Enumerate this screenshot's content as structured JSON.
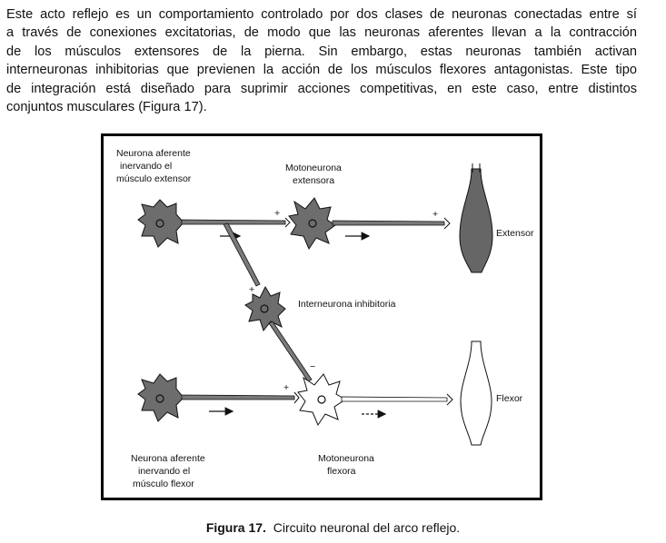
{
  "paragraph": {
    "lines": [
      "Este acto reflejo es un comportamiento controlado por dos clases de neuronas conectadas entre sí",
      "a través de conexiones excitatorias, de modo que las neuronas aferentes llevan a la contracción",
      "de los músculos extensores de la pierna. Sin embargo, estas neuronas también activan",
      "interneuronas inhibitorias que previenen la acción de los músculos flexores antagonistas. Este tipo",
      "de integración está diseñado para suprimir acciones competitivas, en este caso, entre distintos",
      "conjuntos musculares (Figura 17)."
    ]
  },
  "figure": {
    "labels": {
      "afferent_extensor": [
        "Neurona aferente",
        "inervando el",
        "músculo extensor"
      ],
      "motoneuron_extensor": [
        "Motoneurona",
        "extensora"
      ],
      "interneuron": "Interneurona inhibitoria",
      "extensor": "Extensor",
      "flexor": "Flexor",
      "afferent_flexor": [
        "Neurona aferente",
        "inervando el",
        "músculo flexor"
      ],
      "motoneuron_flexor": [
        "Motoneurona",
        "flexora"
      ]
    },
    "signs": {
      "plus": "+",
      "minus": "−"
    }
  },
  "caption": {
    "label": "Figura 17.",
    "text": "Circuito neuronal del arco reflejo."
  }
}
